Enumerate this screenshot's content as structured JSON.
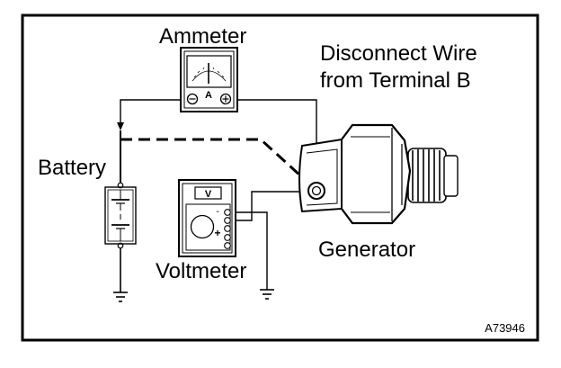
{
  "labels": {
    "ammeter": "Ammeter",
    "disconnect_line1": "Disconnect Wire",
    "disconnect_line2": "from Terminal B",
    "battery": "Battery",
    "generator": "Generator",
    "voltmeter": "Voltmeter",
    "figure_code": "A73946"
  },
  "ammeter_face": {
    "unit": "A",
    "minus": "−",
    "plus": "+"
  },
  "voltmeter_face": {
    "unit": "V",
    "minus": "-",
    "plus": "+"
  }
}
